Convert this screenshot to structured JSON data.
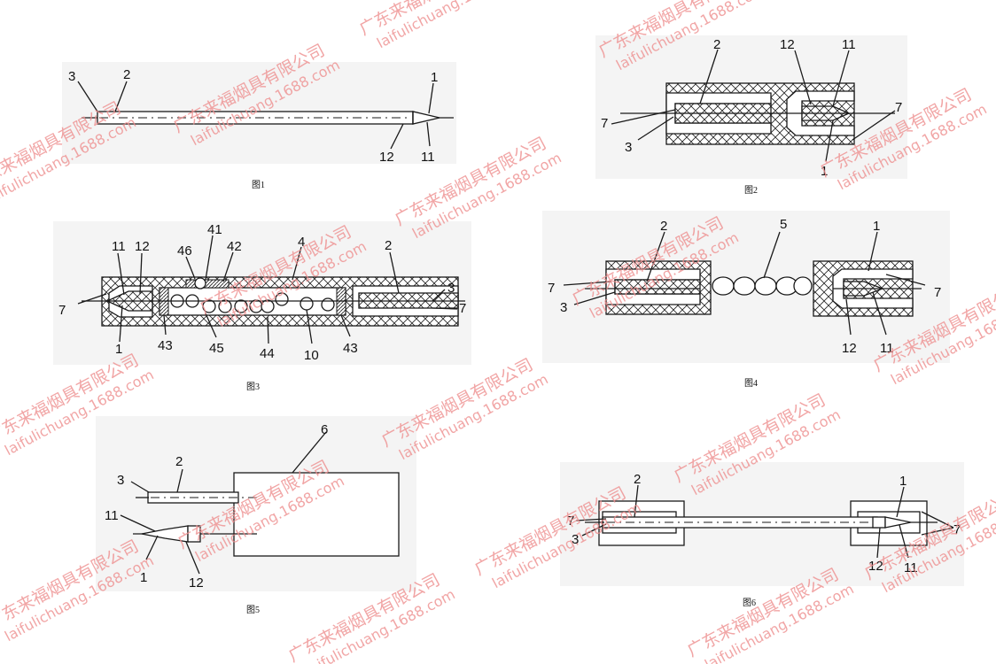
{
  "figures": {
    "fig1": {
      "caption": "图1",
      "labels": {
        "a": "3",
        "b": "2",
        "c": "1",
        "d": "12",
        "e": "11"
      }
    },
    "fig2": {
      "caption": "图2",
      "labels": {
        "a": "7",
        "b": "3",
        "c": "2",
        "d": "12",
        "e": "11",
        "f": "7",
        "g": "1"
      }
    },
    "fig3": {
      "caption": "图3",
      "labels": {
        "a": "11",
        "b": "12",
        "c": "7",
        "d": "1",
        "e": "46",
        "f": "41",
        "g": "42",
        "h": "4",
        "i": "2",
        "j": "3",
        "k": "7",
        "l": "43",
        "m": "45",
        "n": "44",
        "o": "10",
        "p": "43"
      }
    },
    "fig4": {
      "caption": "图4",
      "labels": {
        "a": "2",
        "b": "5",
        "c": "1",
        "d": "7",
        "e": "3",
        "f": "7",
        "g": "12",
        "h": "11"
      }
    },
    "fig5": {
      "caption": "图5",
      "labels": {
        "a": "6",
        "b": "3",
        "c": "2",
        "d": "11",
        "e": "1",
        "f": "12"
      }
    },
    "fig6": {
      "caption": "图6",
      "labels": {
        "a": "2",
        "b": "1",
        "c": "7",
        "d": "3",
        "e": "7",
        "f": "12",
        "g": "11"
      }
    }
  },
  "watermark": {
    "company": "广东来福烟具有限公司",
    "site": "laifulichuang.1688.com",
    "color": "#ee8f8f"
  }
}
